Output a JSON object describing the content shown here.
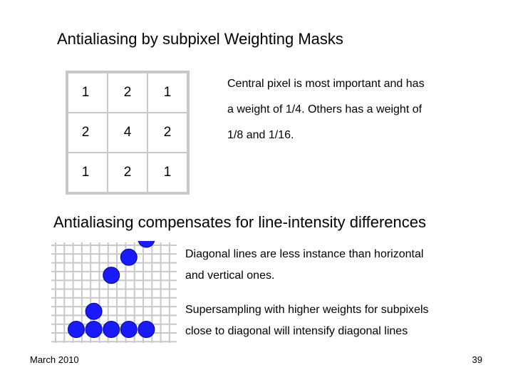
{
  "slide": {
    "title": "Antialiasing by subpixel Weighting Masks",
    "mask": [
      [
        "1",
        "2",
        "1"
      ],
      [
        "2",
        "4",
        "2"
      ],
      [
        "1",
        "2",
        "1"
      ]
    ],
    "mask_description_lines": [
      "Central pixel is most important and has",
      "a weight of 1/4. Others has a weight of",
      "1/8 and 1/16."
    ],
    "subtitle": "Antialiasing compensates for line-intensity differences",
    "note_diagonal_lines": [
      "Diagonal lines are less instance than horizontal",
      "and vertical ones."
    ],
    "note_supersampling_lines": [
      "Supersampling with higher weights for subpixels",
      "close to diagonal will intensify diagonal lines"
    ],
    "footer_date": "March 2010",
    "page_number": "39"
  },
  "colors": {
    "grid_line": "#c8c8c8",
    "dot_fill": "#1a1aff",
    "dot_stroke": "#0000a0"
  },
  "pixel_grid": {
    "horizontal_line_dots": [
      [
        0,
        0
      ],
      [
        1,
        0
      ],
      [
        2,
        0
      ],
      [
        3,
        0
      ],
      [
        4,
        0
      ]
    ],
    "diagonal_line_dots": [
      [
        1,
        1
      ],
      [
        2,
        3
      ],
      [
        3,
        4
      ],
      [
        4,
        5
      ]
    ]
  }
}
